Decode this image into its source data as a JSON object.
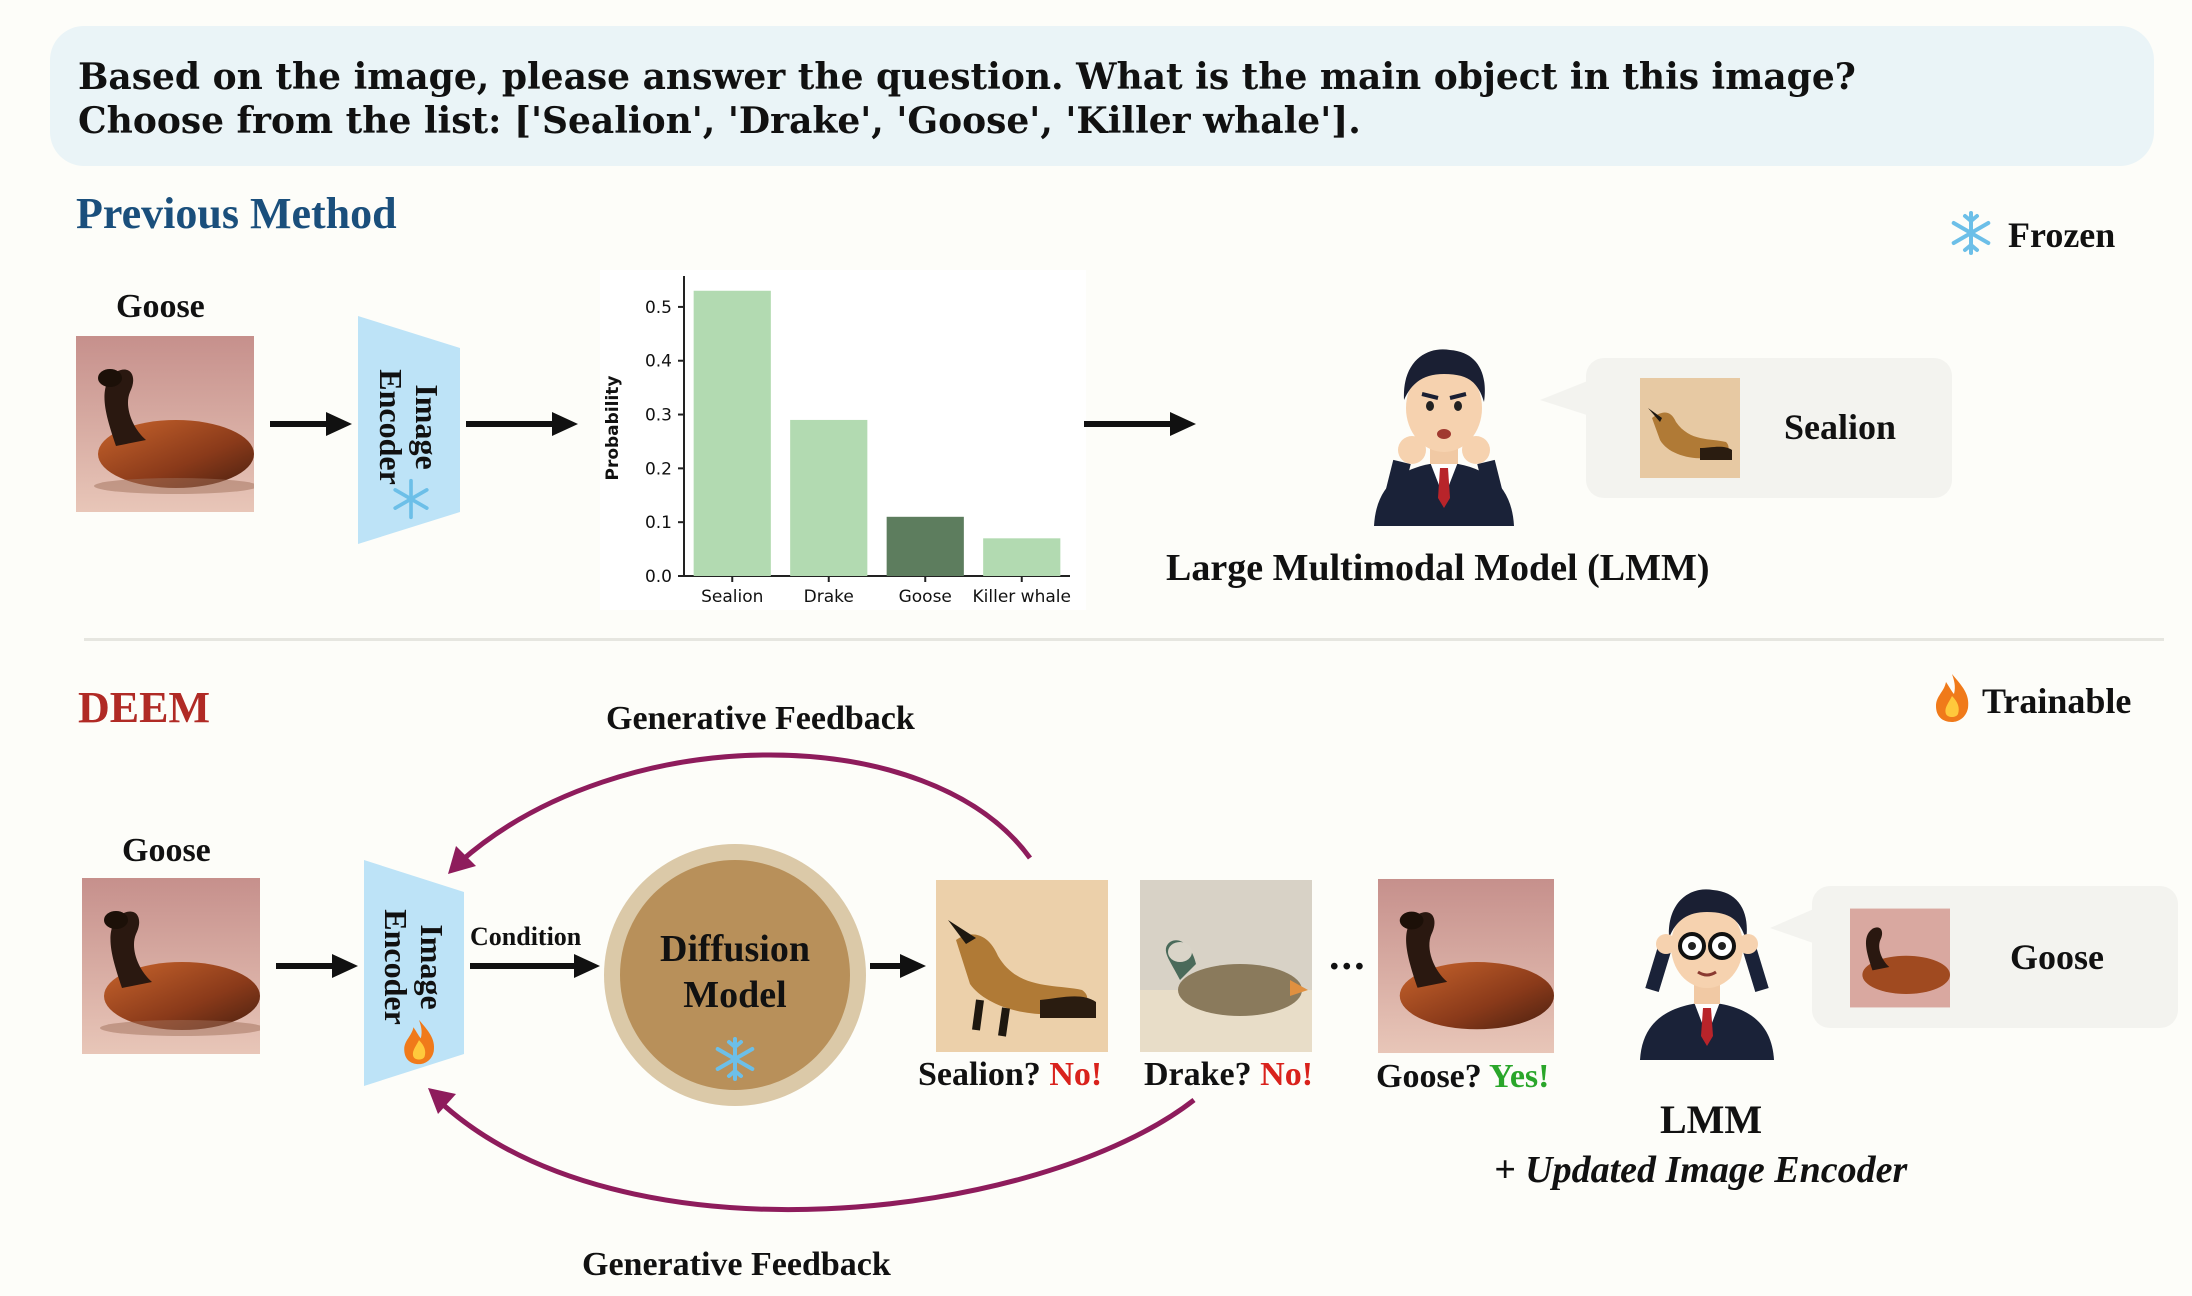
{
  "question": {
    "line1": "Based on the image, please answer the question. What is the main object in this image?",
    "line2": "Choose from the list: ['Sealion', 'Drake', 'Goose', 'Killer whale']."
  },
  "previous": {
    "title": "Previous Method",
    "title_color": "#1a4f7c",
    "legend_label": "Frozen",
    "input_label": "Goose",
    "encoder_label_1": "Image",
    "encoder_label_2": "Encoder",
    "lmm_label": "Large Multimodal Model (LMM)",
    "answer": "Sealion"
  },
  "deem": {
    "title": "DEEM",
    "title_color": "#b02a25",
    "legend_label": "Trainable",
    "input_label": "Goose",
    "encoder_label_1": "Image",
    "encoder_label_2": "Encoder",
    "condition_label": "Condition",
    "diffusion_label_1": "Diffusion",
    "diffusion_label_2": "Model",
    "feedback_top": "Generative Feedback",
    "feedback_bottom": "Generative Feedback",
    "candidates": [
      {
        "q": "Sealion?",
        "a": "No!",
        "a_color": "#d9221c"
      },
      {
        "q": "Drake?",
        "a": "No!",
        "a_color": "#d9221c"
      },
      {
        "q": "Goose?",
        "a": "Yes!",
        "a_color": "#2aa62a"
      }
    ],
    "ellipsis": "...",
    "lmm_label": "LMM",
    "lmm_sub": "+ Updated Image Encoder",
    "answer": "Goose"
  },
  "chart_data": {
    "type": "bar",
    "categories": [
      "Sealion",
      "Drake",
      "Goose",
      "Killer whale"
    ],
    "values": [
      0.53,
      0.29,
      0.11,
      0.07
    ],
    "highlight_index": 2,
    "ylabel": "Probability",
    "ylim": [
      0,
      0.55
    ],
    "yticks": [
      "0.0",
      "0.1",
      "0.2",
      "0.3",
      "0.4",
      "0.5"
    ],
    "colors": {
      "bar": "#b2dab1",
      "highlight": "#5d7d5e"
    }
  },
  "colors": {
    "encoder": "#bde3f7",
    "arrow": "#111111",
    "feedback": "#8e1c5c",
    "diffusion_fill": "#b8905a",
    "diffusion_ring": "#dbc9a8"
  }
}
